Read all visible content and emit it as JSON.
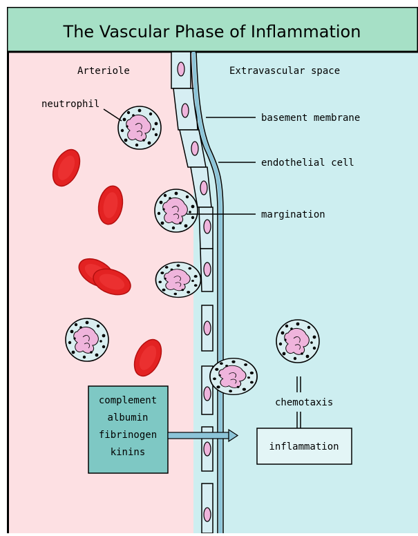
{
  "title": "The Vascular Phase of Inflammation",
  "regions": {
    "left": "Arteriole",
    "right": "Extravascular space"
  },
  "labels": {
    "neutrophil": "neutrophil",
    "basement_membrane": "basement membrane",
    "endothelial_cell": "endothelial cell",
    "margination": "margination",
    "chemotaxis": "chemotaxis",
    "inflammation": "inflammation"
  },
  "plasma_proteins": [
    "complement",
    "albumin",
    "fibrinogen",
    "kinins"
  ],
  "colors": {
    "title_bg": "#a6e0c6",
    "arteriole_bg": "#fde0e3",
    "extravascular_bg": "#cdeef0",
    "cell_wall": "#d6eef3",
    "membrane": "#8cc4d8",
    "red_blood_cell": "#e32222",
    "neutrophil_fill": "#d9eef0",
    "nucleus": "#efb4dc",
    "protein_box": "#7ec8c4",
    "inflammation_box": "#e3f5f6"
  }
}
